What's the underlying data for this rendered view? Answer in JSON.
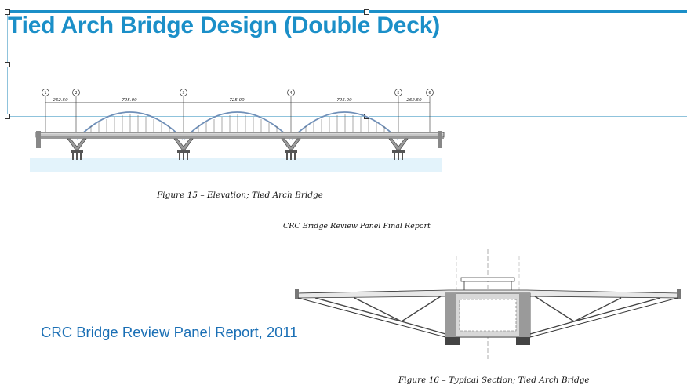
{
  "slide": {
    "title": "Tied Arch Bridge Design (Double Deck)",
    "credit": "CRC Bridge Review Panel Report, 2011",
    "report_header": "CRC Bridge Review Panel Final Report"
  },
  "figure_elevation": {
    "caption": "Figure 15 – Elevation; Tied Arch Bridge",
    "pier_labels": [
      "1",
      "2",
      "3",
      "4",
      "5",
      "6"
    ],
    "span_dimensions": [
      "262.50",
      "725.00",
      "725.00",
      "725.00",
      "262.50"
    ]
  },
  "figure_section": {
    "caption": "Figure 16 – Typical Section; Tied Arch Bridge"
  },
  "colors": {
    "accent": "#1b8fc8",
    "credit": "#1a6fb5",
    "arch": "#6f8fb8"
  }
}
